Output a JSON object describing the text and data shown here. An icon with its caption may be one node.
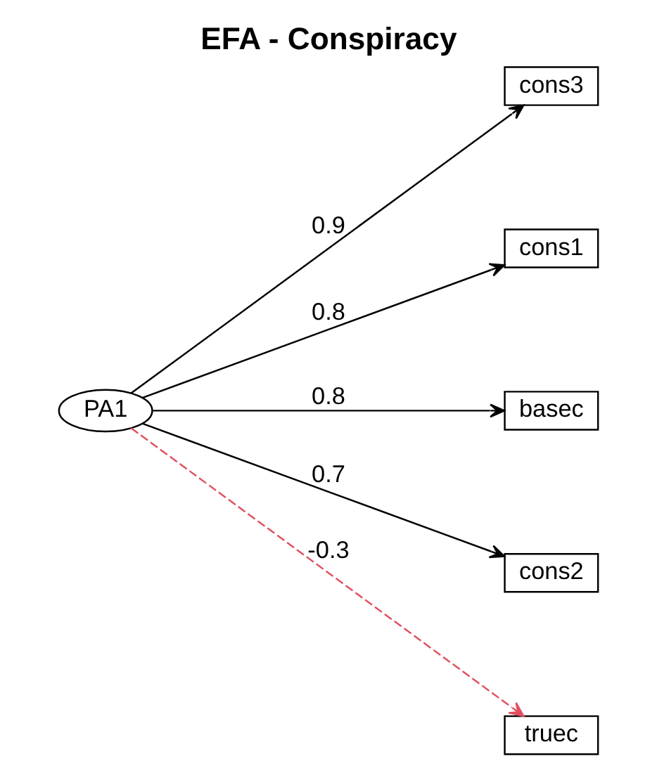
{
  "diagram": {
    "title": "EFA - Conspiracy",
    "nodes": [
      {
        "text": [
          "cons3"
        ]
      },
      {
        "text": [
          "cons1"
        ]
      },
      {
        "text": [
          "basec"
        ]
      },
      {
        "text": [
          "cons2"
        ]
      },
      {
        "text": [
          "truec"
        ]
      },
      {
        "text": [
          "PA1"
        ]
      }
    ],
    "edges": [
      {
        "from": 5,
        "to": 0,
        "arrow": "to",
        "label": "0.9"
      },
      {
        "from": 5,
        "to": 1,
        "arrow": "to",
        "label": "0.8"
      },
      {
        "from": 5,
        "to": 2,
        "arrow": "to",
        "label": "0.8"
      },
      {
        "from": 5,
        "to": 3,
        "arrow": "to",
        "label": "0.7"
      },
      {
        "from": 5,
        "to": 4,
        "arrow": "to",
        "label": "-0.3",
        "style": "dashed",
        "color": "#e05060"
      }
    ]
  }
}
